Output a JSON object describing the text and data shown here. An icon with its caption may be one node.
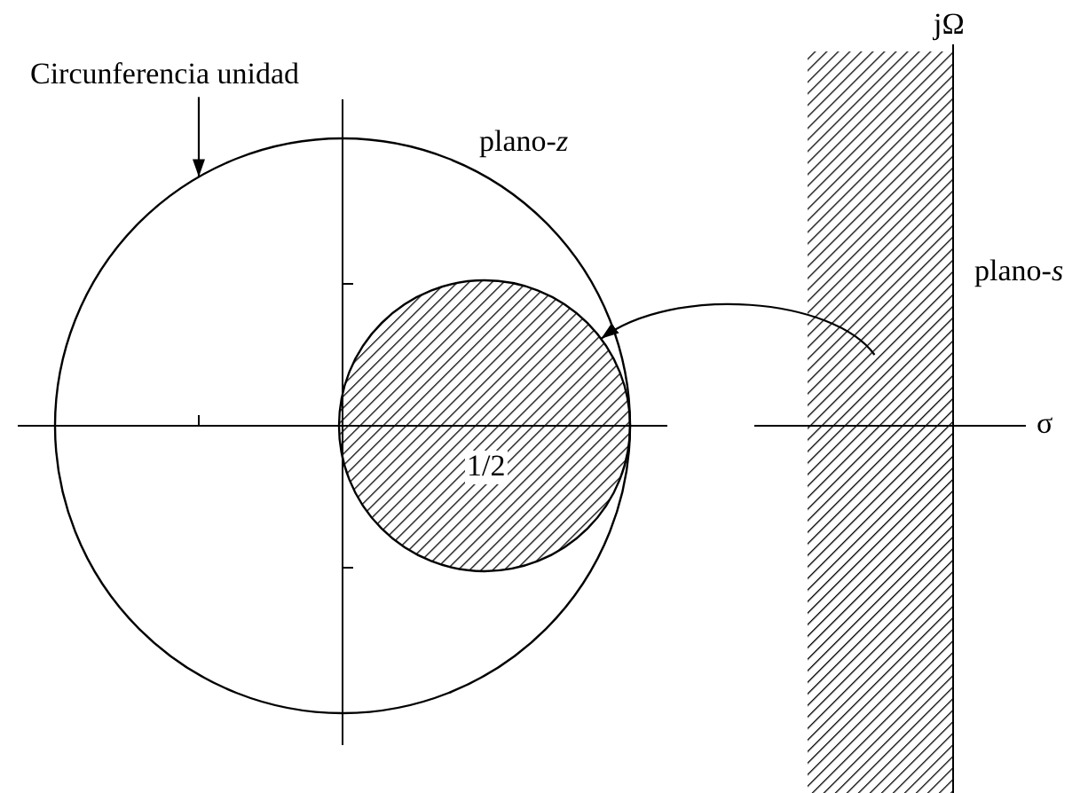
{
  "diagram": {
    "nodes": [
      {
        "text": [
          "Circunferencia unidad"
        ]
      },
      {
        "text": [],
        "shape": "circle",
        "beside": [
          "plano-*z*"
        ]
      },
      {
        "text": [],
        "shape": "circle",
        "in": 1
      },
      {
        "text": [],
        "shape": "bar",
        "beside": [
          "plano-*s*"
        ]
      }
    ],
    "edges": [
      {
        "from": 0,
        "to": 1,
        "arrow": "to"
      },
      {
        "from": 3,
        "to": 2,
        "arrow": "to"
      }
    ],
    "labels": [
      "jΩ",
      "σ",
      "1/2"
    ]
  }
}
